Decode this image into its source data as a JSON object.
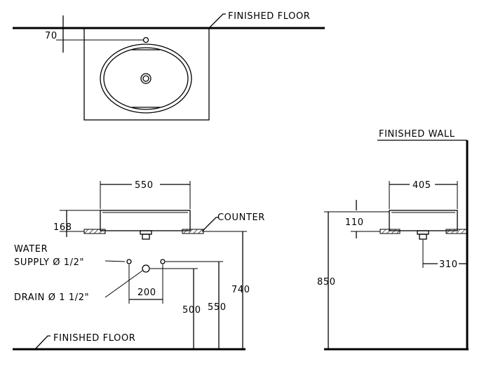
{
  "plan_view": {
    "finished_floor_label": "FINISHED FLOOR",
    "dim_tap_offset": "70"
  },
  "front_elevation": {
    "dim_width": "550",
    "dim_basin_height": "168",
    "counter_label": "COUNTER",
    "water_supply_line1": "WATER",
    "water_supply_line2": "SUPPLY Ø 1/2\"",
    "drain_label": "DRAIN Ø 1 1/2\"",
    "dim_supply_spacing": "200",
    "dim_drain_height": "500",
    "dim_supply_height": "550",
    "dim_counter_height": "740",
    "finished_floor_label": "FINISHED FLOOR"
  },
  "side_elevation": {
    "finished_wall_label": "FINISHED WALL",
    "dim_depth": "405",
    "dim_basin_height": "110",
    "dim_top_height": "850",
    "dim_wall_offset": "310"
  }
}
